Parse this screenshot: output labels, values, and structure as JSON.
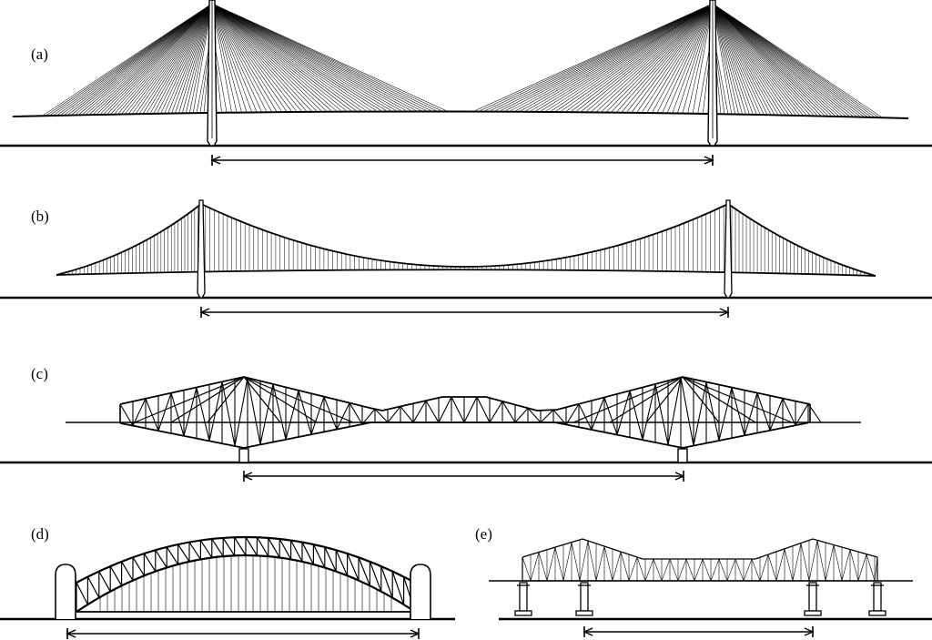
{
  "panels": [
    {
      "id": "a",
      "label": "(a)"
    },
    {
      "id": "b",
      "label": "(b)"
    },
    {
      "id": "c",
      "label": "(c)"
    },
    {
      "id": "d",
      "label": "(d)"
    },
    {
      "id": "e",
      "label": "(e)"
    }
  ],
  "colors": {
    "ink": "#000000",
    "background": "#ffffff"
  }
}
